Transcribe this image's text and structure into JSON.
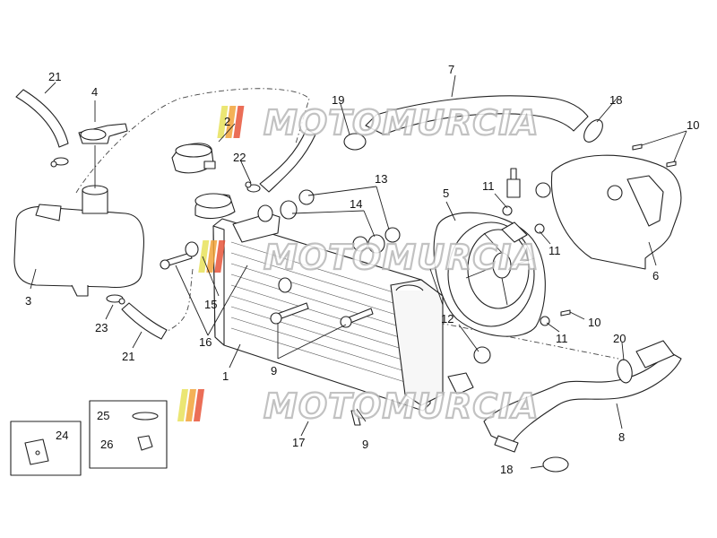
{
  "diagram": {
    "callouts": {
      "c1": "1",
      "c2": "2",
      "c3": "3",
      "c4": "4",
      "c5": "5",
      "c6": "6",
      "c7": "7",
      "c8": "8",
      "c9a": "9",
      "c9b": "9",
      "c10a": "10",
      "c10b": "10",
      "c11a": "11",
      "c11b": "11",
      "c11c": "11",
      "c12": "12",
      "c13": "13",
      "c14": "14",
      "c15": "15",
      "c16": "16",
      "c17": "17",
      "c18a": "18",
      "c18b": "18",
      "c19": "19",
      "c20": "20",
      "c21a": "21",
      "c21b": "21",
      "c22": "22",
      "c23": "23",
      "c24": "24",
      "c25": "25",
      "c26": "26"
    },
    "watermark": {
      "text": "MOTOMURCIA",
      "stripe_colors": [
        "#e8e25a",
        "#f2a33a",
        "#e8553a"
      ]
    }
  }
}
